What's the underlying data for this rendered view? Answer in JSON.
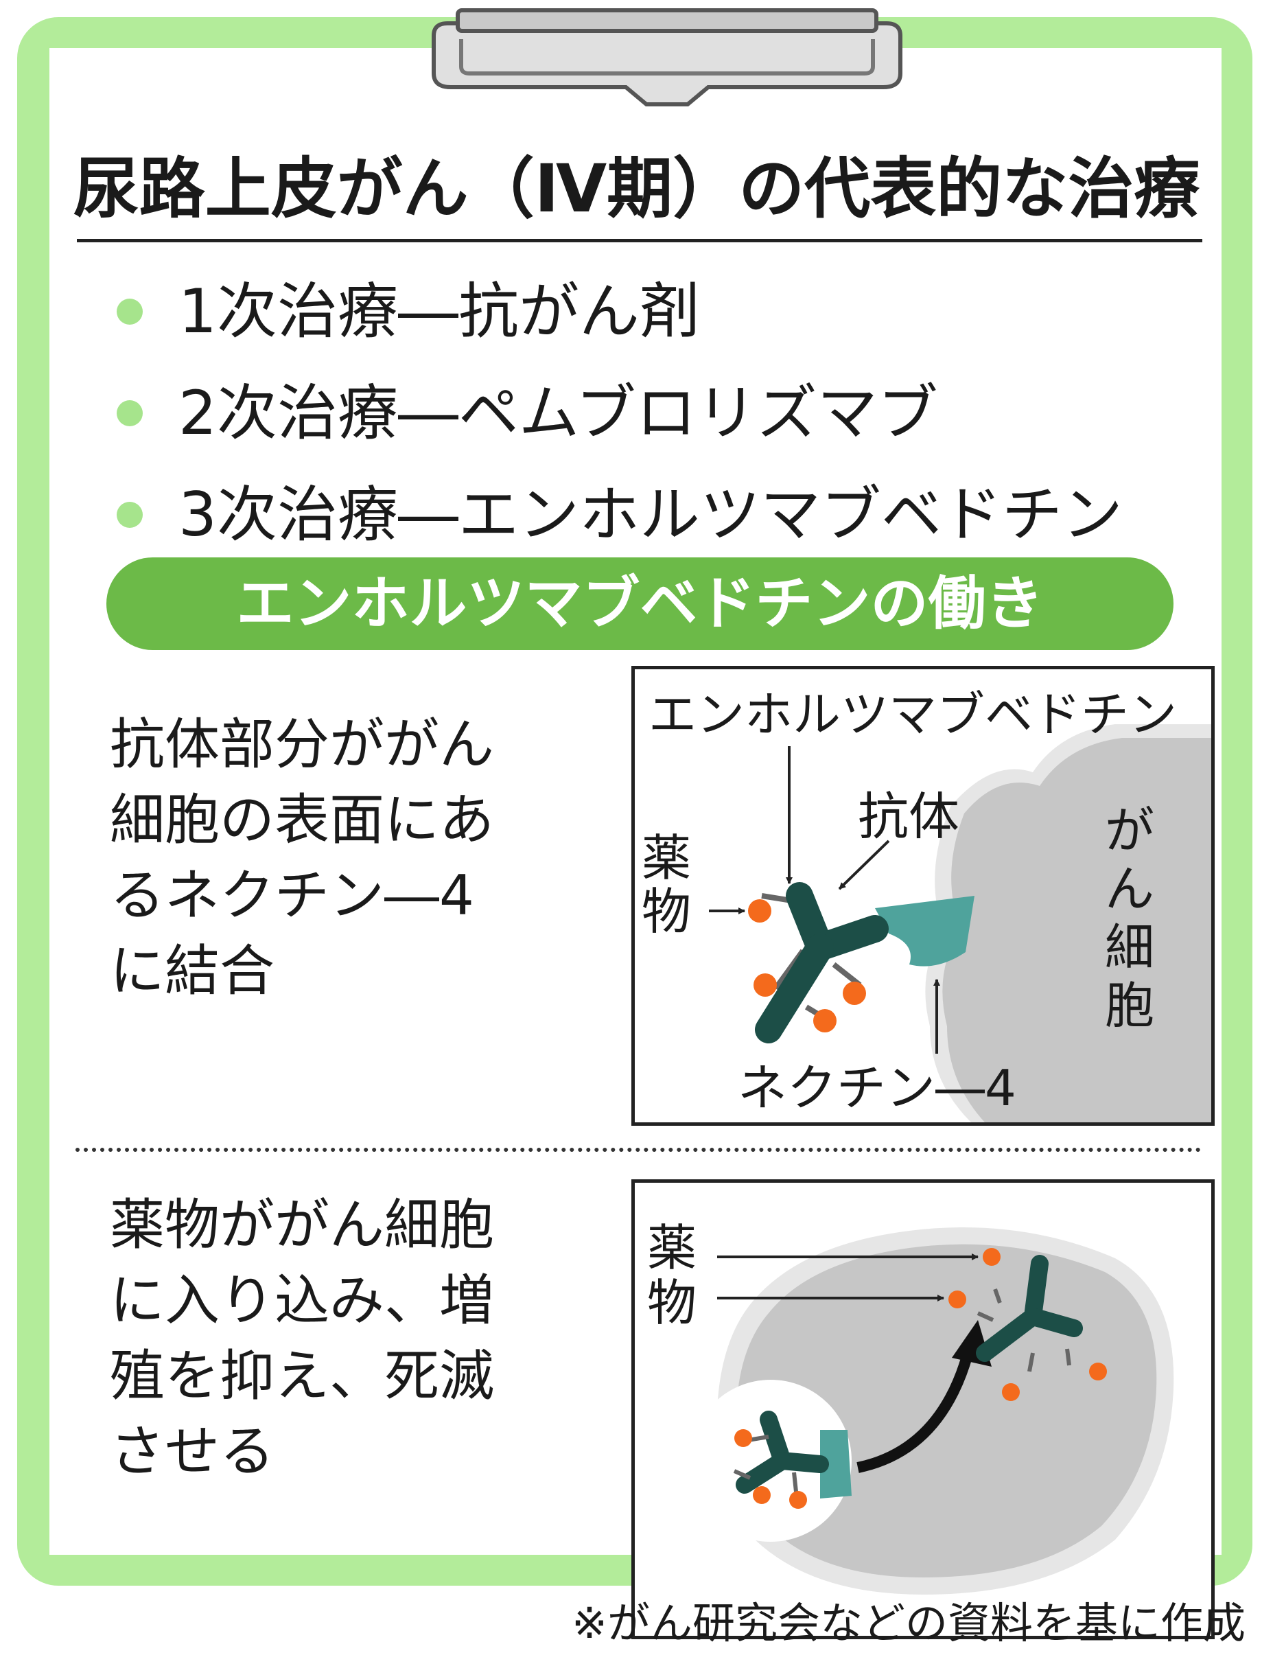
{
  "title": "尿路上皮がん（Ⅳ期）の代表的な治療",
  "treatments": [
    {
      "label": "1次治療",
      "separator": "―",
      "drug": "抗がん剤"
    },
    {
      "label": "2次治療",
      "separator": "―",
      "drug": "ペムブロリズマブ"
    },
    {
      "label": "3次治療",
      "separator": "―",
      "drug": "エンホルツマブベドチン"
    }
  ],
  "mechanism_heading": "エンホルツマブベドチンの働き",
  "step1": {
    "description_lines": [
      "抗体部分ががん",
      "細胞の表面にあ",
      "るネクチン―4",
      "に結合"
    ],
    "labels": {
      "drug_name": "エンホルツマブベドチン",
      "antibody": "抗体",
      "medicine_1": "薬",
      "medicine_2": "物",
      "cancer_cell_1": "が",
      "cancer_cell_2": "ん",
      "cancer_cell_3": "細",
      "cancer_cell_4": "胞",
      "nectin": "ネクチン―4"
    }
  },
  "step2": {
    "description_lines": [
      "薬物ががん細胞",
      "に入り込み、増",
      "殖を抑え、死滅",
      "させる"
    ],
    "labels": {
      "medicine_1": "薬",
      "medicine_2": "物"
    }
  },
  "source_note": "※がん研究会などの資料を基に作成",
  "colors": {
    "board": "#b3ec9a",
    "pill": "#6cba48",
    "bullet": "#a6e48c",
    "antibody": "#1c4e47",
    "nectin": "#4fa39c",
    "payload": "#f46a1c",
    "cell": "#c6c6c6",
    "cell_rim": "#e6e6e6"
  }
}
